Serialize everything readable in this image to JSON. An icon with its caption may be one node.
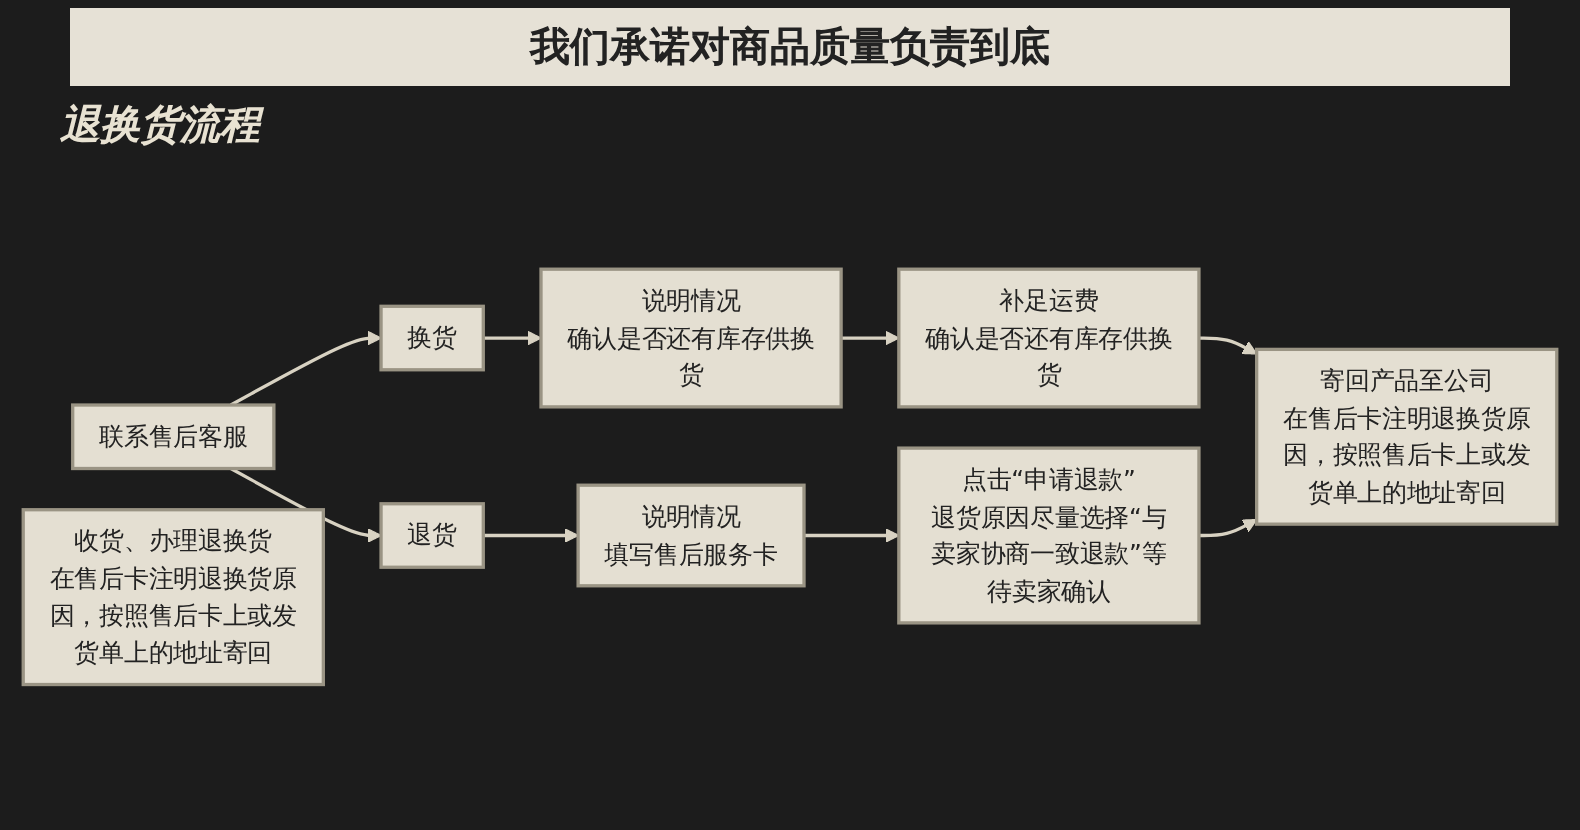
{
  "diagram": {
    "title": "我们承诺对商品质量负责到底",
    "nodes": [
      {
        "text": [
          "联系售后客服"
        ]
      },
      {
        "text": [
          "换货"
        ]
      },
      {
        "text": [
          "说明情况",
          "确认是否还有库存供换货"
        ]
      },
      {
        "text": [
          "补足运费",
          "确认是否还有库存供换货"
        ]
      },
      {
        "text": [
          "寄回产品至公司",
          "在售后卡注明退换货原因，按照售后卡上或发货单上的地址寄回"
        ]
      },
      {
        "text": [
          "退货"
        ]
      },
      {
        "text": [
          "说明情况",
          "填写售后服务卡"
        ]
      },
      {
        "text": [
          "点击“申请退款”",
          "退货原因尽量选择“与卖家协商一致退款”等待卖家确认"
        ]
      },
      {
        "text": [
          "收货、办理退换货",
          "在售后卡注明退换货原因，按照售后卡上或发货单上的地址寄回"
        ]
      }
    ],
    "edges": [
      {
        "from": 0,
        "to": 1,
        "arrow": "to"
      },
      {
        "from": 0,
        "to": 5,
        "arrow": "to"
      },
      {
        "from": 1,
        "to": 2,
        "arrow": "to"
      },
      {
        "from": 2,
        "to": 3,
        "arrow": "to"
      },
      {
        "from": 3,
        "to": 4,
        "arrow": "to"
      },
      {
        "from": 5,
        "to": 6,
        "arrow": "to"
      },
      {
        "from": 6,
        "to": 7,
        "arrow": "to"
      },
      {
        "from": 7,
        "to": 4,
        "arrow": "to"
      }
    ],
    "labels": [
      "退换货流程"
    ]
  }
}
